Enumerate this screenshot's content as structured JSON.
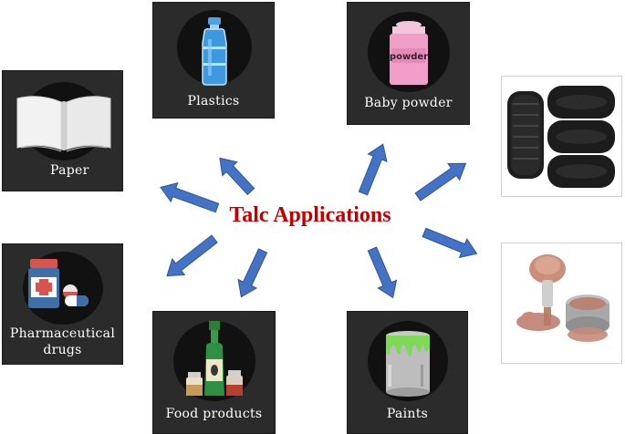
{
  "title": "Talc Applications",
  "colors": {
    "title": "#c00000",
    "arrow": "#4472c4",
    "tile": "#2b2b2b"
  },
  "applications": [
    {
      "label": "Plastics",
      "icon": "water-bottle-icon"
    },
    {
      "label": "Baby powder",
      "icon": "powder-container-icon",
      "icon_text": "powder"
    },
    {
      "label": "Paper",
      "icon": "open-book-icon"
    },
    {
      "label_line1": "Pharmaceutical",
      "label_line2": "drugs",
      "icon": "pill-bottle-icon"
    },
    {
      "label": "Food products",
      "icon": "condiment-bottles-icon"
    },
    {
      "label": "Paints",
      "icon": "paint-can-icon"
    }
  ],
  "photos": [
    {
      "name": "tires",
      "icon": "tire-stack-icon"
    },
    {
      "name": "cosmetics",
      "icon": "blush-brush-icon"
    }
  ]
}
